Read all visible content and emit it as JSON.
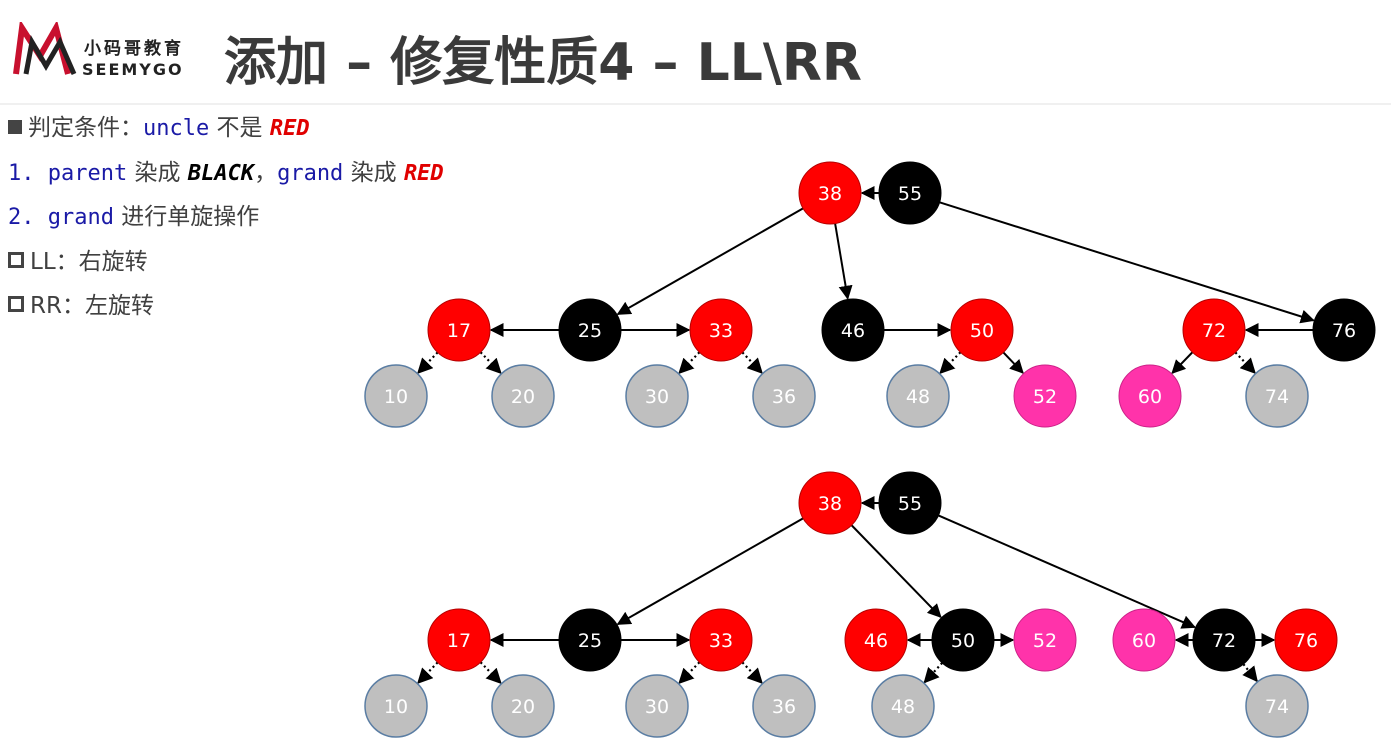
{
  "header": {
    "logo_cn": "小码哥教育",
    "logo_en": "SEEMYGO",
    "title": "添加 – 修复性质4 – LL\\RR"
  },
  "rules": [
    {
      "type": "bullet",
      "parts": [
        {
          "t": "判定条件：",
          "s": "plain"
        },
        {
          "t": "uncle",
          "s": "code"
        },
        {
          "t": " 不是 ",
          "s": "plain"
        },
        {
          "t": "RED",
          "s": "red"
        }
      ]
    },
    {
      "type": "none",
      "parts": [
        {
          "t": "1. parent",
          "s": "code"
        },
        {
          "t": " 染成 ",
          "s": "plain"
        },
        {
          "t": "BLACK",
          "s": "black"
        },
        {
          "t": "，",
          "s": "plain"
        },
        {
          "t": "grand",
          "s": "code"
        },
        {
          "t": " 染成 ",
          "s": "plain"
        },
        {
          "t": "RED",
          "s": "red"
        }
      ]
    },
    {
      "type": "none",
      "parts": [
        {
          "t": "2. grand",
          "s": "code"
        },
        {
          "t": " 进行单旋操作",
          "s": "plain"
        }
      ]
    },
    {
      "type": "box",
      "parts": [
        {
          "t": "LL：右旋转",
          "s": "plain"
        }
      ]
    },
    {
      "type": "box",
      "parts": [
        {
          "t": "RR：左旋转",
          "s": "plain"
        }
      ]
    }
  ],
  "colors": {
    "red": "#ff0000",
    "black": "#000000",
    "pink": "#ff33aa",
    "gray": "#bfbfbf"
  },
  "trees": {
    "before": {
      "nodes": [
        {
          "id": "38",
          "label": "38",
          "color": "red"
        },
        {
          "id": "55",
          "label": "55",
          "color": "black"
        },
        {
          "id": "17",
          "label": "17",
          "color": "red"
        },
        {
          "id": "25",
          "label": "25",
          "color": "black"
        },
        {
          "id": "33",
          "label": "33",
          "color": "red"
        },
        {
          "id": "46",
          "label": "46",
          "color": "black"
        },
        {
          "id": "50",
          "label": "50",
          "color": "red"
        },
        {
          "id": "72",
          "label": "72",
          "color": "red"
        },
        {
          "id": "76",
          "label": "76",
          "color": "black"
        },
        {
          "id": "10",
          "label": "10",
          "color": "gray"
        },
        {
          "id": "20",
          "label": "20",
          "color": "gray"
        },
        {
          "id": "30",
          "label": "30",
          "color": "gray"
        },
        {
          "id": "36",
          "label": "36",
          "color": "gray"
        },
        {
          "id": "48",
          "label": "48",
          "color": "gray"
        },
        {
          "id": "52",
          "label": "52",
          "color": "pink"
        },
        {
          "id": "60",
          "label": "60",
          "color": "pink"
        },
        {
          "id": "74",
          "label": "74",
          "color": "gray"
        }
      ],
      "edges": [
        {
          "from": "55",
          "to": "38",
          "style": "solid"
        },
        {
          "from": "38",
          "to": "25",
          "style": "solid"
        },
        {
          "from": "38",
          "to": "46",
          "style": "solid"
        },
        {
          "from": "55",
          "to": "76",
          "style": "solid"
        },
        {
          "from": "25",
          "to": "17",
          "style": "solid"
        },
        {
          "from": "25",
          "to": "33",
          "style": "solid"
        },
        {
          "from": "46",
          "to": "50",
          "style": "solid"
        },
        {
          "from": "76",
          "to": "72",
          "style": "solid"
        },
        {
          "from": "17",
          "to": "10",
          "style": "dotted"
        },
        {
          "from": "17",
          "to": "20",
          "style": "dotted"
        },
        {
          "from": "33",
          "to": "30",
          "style": "dotted"
        },
        {
          "from": "33",
          "to": "36",
          "style": "dotted"
        },
        {
          "from": "50",
          "to": "48",
          "style": "dotted"
        },
        {
          "from": "50",
          "to": "52",
          "style": "solid"
        },
        {
          "from": "72",
          "to": "60",
          "style": "solid"
        },
        {
          "from": "72",
          "to": "74",
          "style": "dotted"
        }
      ]
    },
    "after": {
      "nodes": [
        {
          "id": "38",
          "label": "38",
          "color": "red"
        },
        {
          "id": "55",
          "label": "55",
          "color": "black"
        },
        {
          "id": "17",
          "label": "17",
          "color": "red"
        },
        {
          "id": "25",
          "label": "25",
          "color": "black"
        },
        {
          "id": "33",
          "label": "33",
          "color": "red"
        },
        {
          "id": "46",
          "label": "46",
          "color": "red"
        },
        {
          "id": "50",
          "label": "50",
          "color": "black"
        },
        {
          "id": "52",
          "label": "52",
          "color": "pink"
        },
        {
          "id": "60",
          "label": "60",
          "color": "pink"
        },
        {
          "id": "72",
          "label": "72",
          "color": "black"
        },
        {
          "id": "76",
          "label": "76",
          "color": "red"
        },
        {
          "id": "10",
          "label": "10",
          "color": "gray"
        },
        {
          "id": "20",
          "label": "20",
          "color": "gray"
        },
        {
          "id": "30",
          "label": "30",
          "color": "gray"
        },
        {
          "id": "36",
          "label": "36",
          "color": "gray"
        },
        {
          "id": "48",
          "label": "48",
          "color": "gray"
        },
        {
          "id": "74",
          "label": "74",
          "color": "gray"
        }
      ],
      "edges": [
        {
          "from": "55",
          "to": "38",
          "style": "solid"
        },
        {
          "from": "38",
          "to": "25",
          "style": "solid"
        },
        {
          "from": "38",
          "to": "50",
          "style": "solid"
        },
        {
          "from": "55",
          "to": "72",
          "style": "solid"
        },
        {
          "from": "25",
          "to": "17",
          "style": "solid"
        },
        {
          "from": "25",
          "to": "33",
          "style": "solid"
        },
        {
          "from": "50",
          "to": "46",
          "style": "solid"
        },
        {
          "from": "50",
          "to": "52",
          "style": "solid"
        },
        {
          "from": "72",
          "to": "60",
          "style": "solid"
        },
        {
          "from": "72",
          "to": "76",
          "style": "solid"
        },
        {
          "from": "17",
          "to": "10",
          "style": "dotted"
        },
        {
          "from": "17",
          "to": "20",
          "style": "dotted"
        },
        {
          "from": "33",
          "to": "30",
          "style": "dotted"
        },
        {
          "from": "33",
          "to": "36",
          "style": "dotted"
        },
        {
          "from": "50",
          "to": "48",
          "style": "dotted"
        },
        {
          "from": "72",
          "to": "74",
          "style": "dotted"
        }
      ]
    }
  }
}
